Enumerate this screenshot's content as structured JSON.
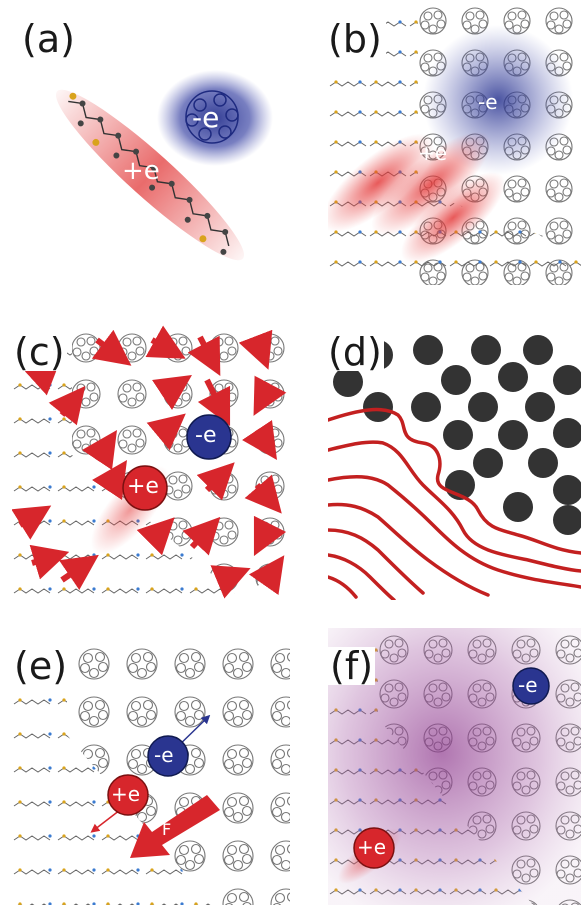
{
  "panels": {
    "a": {
      "label": "(a)",
      "hole": "+e",
      "electron": "-e"
    },
    "b": {
      "label": "(b)",
      "hole": "+e",
      "electron": "-e"
    },
    "c": {
      "label": "(c)",
      "hole": "+e",
      "electron": "-e"
    },
    "d": {
      "label": "(d)"
    },
    "e": {
      "label": "(e)",
      "hole": "+e",
      "electron": "-e",
      "force": "F"
    },
    "f": {
      "label": "(f)",
      "hole": "+e",
      "electron": "-e"
    }
  },
  "colors": {
    "hole": "#d7262c",
    "electron": "#2a3590",
    "fullerene": "#8a8a8a",
    "domain": "#333333",
    "polymer_line": "#c32020",
    "mix": "#8e3a8e"
  },
  "icons": [
    "fullerene-molecule",
    "polymer-chain",
    "dipole-arrow",
    "force-arrow"
  ]
}
